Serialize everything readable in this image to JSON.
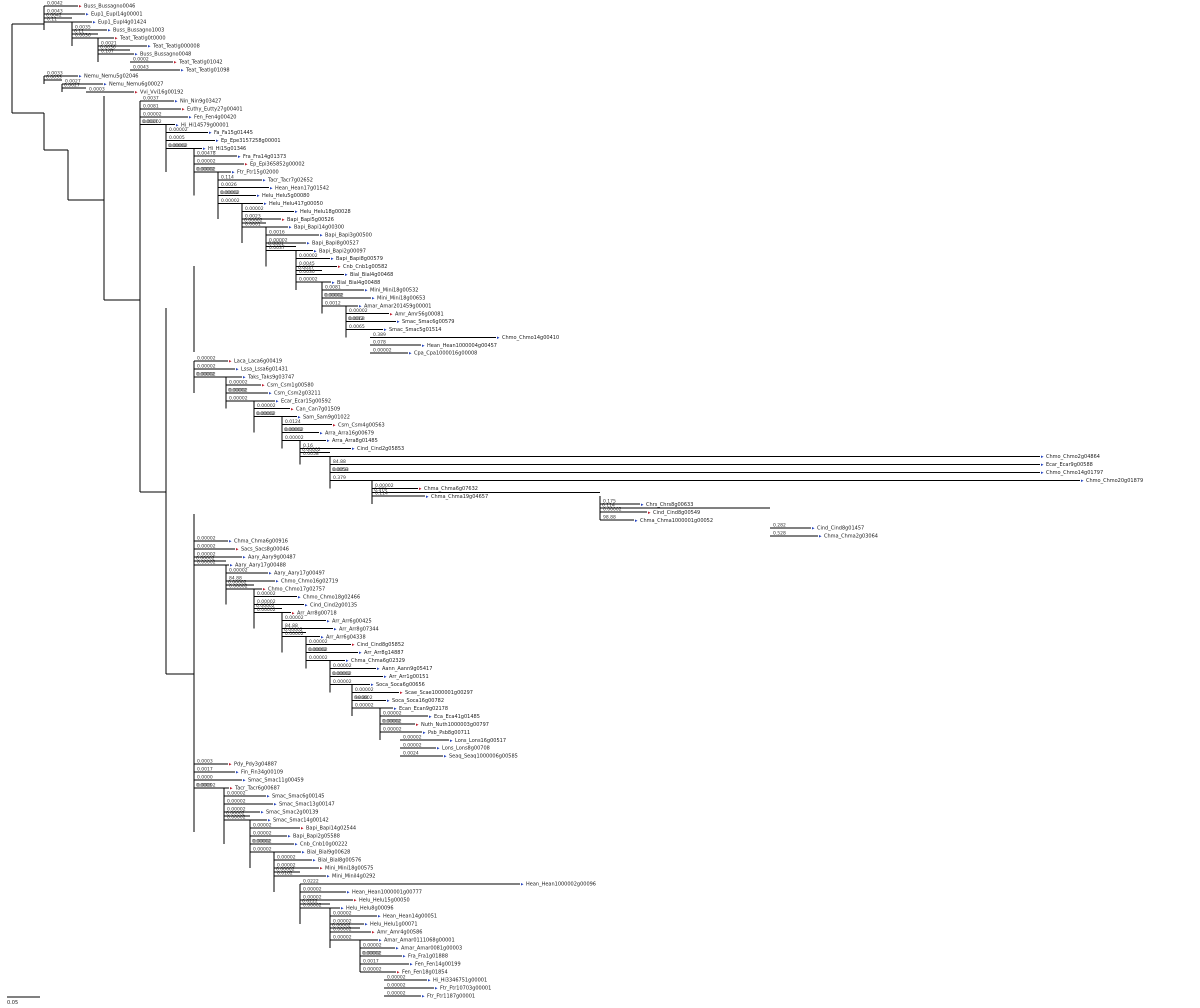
{
  "tree": {
    "name": "phylogenetic-tree",
    "colors": {
      "branch": "#000000",
      "text": "#222222",
      "marker_blue": "#1f3fbf",
      "marker_red": "#c0182a"
    },
    "scale_bar": {
      "label": "0.05"
    },
    "top_clades": [
      {
        "x": [
          12,
          46,
          75
        ],
        "tips": [
          [
            "0.0042",
            "Buss_Bussagno0046",
            "red"
          ],
          [
            "0.0043",
            "Eup1_Eupl14g00001",
            "blue"
          ],
          [
            "0.11",
            "Eup1_Eupl4g01424",
            "blue"
          ],
          [
            "0.0035",
            "Buss_Bussagno1003",
            "blue"
          ],
          [
            "0.0036",
            "Teat_Teatlg0t0000",
            "red"
          ],
          [
            "0.0021",
            "Teat_Teatlg000008",
            "blue"
          ],
          [
            "0.167",
            "Buss_Bussagno0048",
            "blue"
          ],
          [
            "0.0002",
            "Teat_Teatlg01042",
            "red"
          ],
          [
            "0.0043",
            "Teat_Teatlg01098",
            "blue"
          ]
        ]
      },
      {
        "x": [
          44,
          60,
          88
        ],
        "tips": [
          [
            "0.0033",
            "Nemu_Nemu5g02046",
            "blue"
          ],
          [
            "0.0027",
            "Nemu_Nemu6g00027",
            "blue"
          ],
          [
            "0.0003",
            "Vvi_Vvi16g00192",
            "red"
          ]
        ]
      }
    ],
    "main_clade_top": [
      [
        "0.0037",
        "Nin_Nin9g03427",
        "blue"
      ],
      [
        "0.0081",
        "Euthy_Eutty27g00401",
        "red"
      ],
      [
        "0.00002",
        "Fen_Fen4g00420",
        "blue"
      ],
      [
        "0.00002",
        "Hi_Hi14579g00001",
        "blue"
      ],
      [
        "0.00002",
        "Fa_Fa15g01445",
        "blue"
      ],
      [
        "0.0005",
        "Ep_Epe3157258g00001",
        "blue"
      ],
      [
        "0.00002",
        "Hi_Hi15g01346",
        "blue"
      ],
      [
        "0.00478",
        "Fra_Fra14g01373",
        "blue"
      ],
      [
        "0.00002",
        "Ep_Epi365852g00002",
        "red"
      ],
      [
        "0.00002",
        "Ftr_Ftr15g02000",
        "blue"
      ],
      [
        "0.114",
        "Tacr_Tacr7g02652",
        "blue"
      ],
      [
        "0.0026",
        "Hean_Hean17g01542",
        "blue"
      ],
      [
        "0.00002",
        "Helu_Helu5g00080",
        "blue"
      ],
      [
        "0.00002",
        "Helu_Helu417g00050",
        "blue"
      ],
      [
        "0.00002",
        "Helu_Helu18g00028",
        "blue"
      ],
      [
        "0.0023",
        "Bapi_Bapi5g00526",
        "red"
      ],
      [
        "0.0001",
        "Bapi_Bapi14g00300",
        "blue"
      ],
      [
        "0.0016",
        "Bapi_Bapi3g00500",
        "blue"
      ],
      [
        "0.00002",
        "Bapi_Bapi8g00527",
        "blue"
      ],
      [
        "0.0037",
        "Bapi_Bapi2g00097",
        "blue"
      ],
      [
        "0.00002",
        "Bapi_Bapi8g00579",
        "blue"
      ],
      [
        "0.0045",
        "Cnb_Cnb1g00582",
        "red"
      ],
      [
        "0.0030",
        "Bial_Bial4g00468",
        "blue"
      ],
      [
        "0.00002",
        "Bial_Bial4g00488",
        "blue"
      ],
      [
        "0.0081",
        "Mini_Mini18g00532",
        "blue"
      ],
      [
        "0.00002",
        "Mini_Mini18g00653",
        "blue"
      ],
      [
        "0.0012",
        "Amar_Amar201459g00001",
        "blue"
      ],
      [
        "0.00002",
        "Amr_Amr56g00081",
        "red"
      ],
      [
        "0.0068",
        "Smac_Smac6g00579",
        "blue"
      ],
      [
        "0.0065",
        "Smac_Smac5g01514",
        "blue"
      ],
      [
        "0.389",
        "Chmo_Chmo14g00410",
        "blue"
      ],
      [
        "0.078",
        "Hean_Hean1000004g00457",
        "blue"
      ],
      [
        "0.00002",
        "Cpa_Cpa1000016g00008",
        "blue"
      ]
    ],
    "middle_clade": [
      [
        "0.00002",
        "Laca_Laca6g00419",
        "red"
      ],
      [
        "0.00002",
        "Lssa_Lssa6g01431",
        "blue"
      ],
      [
        "0.00002",
        "Taks_Taks9g03747",
        "blue"
      ],
      [
        "0.00002",
        "Csm_Csm1g00580",
        "red"
      ],
      [
        "0.00002",
        "Csm_Csm2g03211",
        "blue"
      ],
      [
        "0.00002",
        "Ecar_Ecar15g00592",
        "blue"
      ],
      [
        "0.00002",
        "Can_Can7g01509",
        "red"
      ],
      [
        "0.00002",
        "Sam_Sam9g01022",
        "blue"
      ],
      [
        "0.0124",
        "Csm_Csm4g00563",
        "red"
      ],
      [
        "0.00002",
        "Arra_Arra16g00679",
        "blue"
      ],
      [
        "0.00002",
        "Arra_Arra8g01485",
        "blue"
      ],
      [
        "0.16",
        "Cind_Cind2g05853",
        "blue"
      ],
      [
        "0.0058",
        "Chmo_Chmo2g04864",
        "blue"
      ],
      [
        "84.88",
        "Ecar_Ecar9g00588",
        "blue"
      ],
      [
        "0.0053",
        "Chmo_Chmo14g01797",
        "blue"
      ],
      [
        "0.379",
        "Chmo_Chmo20g01879",
        "blue"
      ],
      [
        "0.00002",
        "Chma_Chma6g07632",
        "red"
      ],
      [
        "0.114",
        "Chma_Chma19g04657",
        "blue"
      ],
      [
        "0.175",
        "Chrs_Chrs8g00633",
        "blue"
      ],
      [
        "0.00002",
        "Cind_Cind8g00549",
        "red"
      ],
      [
        "98.88",
        "Chma_Chma1000001g00052",
        "blue"
      ],
      [
        "0.282",
        "Cind_Cind8g01457",
        "blue"
      ],
      [
        "0.528",
        "Chma_Chma2g03064",
        "blue"
      ]
    ],
    "lower_clade_a": [
      [
        "0.00002",
        "Chma_Chma6g00916",
        "blue"
      ],
      [
        "0.00002",
        "Sacs_Sacs8g00046",
        "red"
      ],
      [
        "0.00002",
        "Aary_Aary9g00487",
        "blue"
      ],
      [
        "0.00002",
        "Aary_Aary17g00488",
        "blue"
      ],
      [
        "0.00002",
        "Aary_Aary17g00497",
        "blue"
      ],
      [
        "84.88",
        "Chmo_Chmo16g02719",
        "blue"
      ],
      [
        "0.00002",
        "Chmo_Chmo17g02757",
        "red"
      ],
      [
        "0.00002",
        "Chmo_Chmo18g02466",
        "blue"
      ],
      [
        "0.00002",
        "Cind_Cind2g00135",
        "blue"
      ],
      [
        "0.00002",
        "Arr_Arr8g00718",
        "red"
      ],
      [
        "0.00002",
        "Arr_Arr6g00425",
        "blue"
      ],
      [
        "84.88",
        "Arr_Arr8g07344",
        "blue"
      ],
      [
        "0.00002",
        "Arr_Arr6g04338",
        "blue"
      ],
      [
        "0.00002",
        "Cind_Cind8g05852",
        "red"
      ],
      [
        "0.00002",
        "Arr_Arr8g14887",
        "blue"
      ],
      [
        "0.00002",
        "Chma_Chma6g02329",
        "blue"
      ],
      [
        "0.00002",
        "Aann_Aann9g05417",
        "blue"
      ],
      [
        "0.00002",
        "Arr_Arr1g00151",
        "blue"
      ],
      [
        "0.00002",
        "Soca_Soca6g00656",
        "blue"
      ],
      [
        "0.00002",
        "Scae_Scae1000001g00297",
        "red"
      ],
      [
        "98.88",
        "Soca_Soca16g00782",
        "blue"
      ],
      [
        "0.00002",
        "Ecan_Ecan9g02178",
        "blue"
      ],
      [
        "0.00002",
        "Eca_Eca41g01485",
        "blue"
      ],
      [
        "0.00002",
        "Nuth_Nuth1000003g00797",
        "red"
      ],
      [
        "0.00002",
        "Psb_Psb8g00711",
        "blue"
      ],
      [
        "0.00002",
        "Lons_Lons16g00517",
        "blue"
      ],
      [
        "0.00002",
        "Lons_Lons8g00708",
        "blue"
      ],
      [
        "0.0024",
        "Seaq_Seaq1000006g00585",
        "blue"
      ]
    ],
    "lower_clade_b": [
      [
        "0.0003",
        "Pdy_Pdy3g04887",
        "red"
      ],
      [
        "0.0017",
        "Fin_Fin34g00109",
        "blue"
      ],
      [
        "0.0000",
        "Smac_Smac11g00459",
        "blue"
      ],
      [
        "0.00002",
        "Tacr_Tacr6g00687",
        "red"
      ],
      [
        "0.00002",
        "Smac_Smac6g00145",
        "blue"
      ],
      [
        "0.00002",
        "Smac_Smac13g00147",
        "blue"
      ],
      [
        "0.00002",
        "Smac_Smac2g00139",
        "blue"
      ],
      [
        "0.00002",
        "Smac_Smac14g00142",
        "blue"
      ],
      [
        "0.00002",
        "Bapi_Bapi14g02544",
        "red"
      ],
      [
        "0.00002",
        "Bapi_Bapi2g05588",
        "blue"
      ],
      [
        "0.00002",
        "Cnb_Cnb10g00222",
        "blue"
      ],
      [
        "0.00002",
        "Bial_Bial9g00628",
        "blue"
      ],
      [
        "0.00002",
        "Bial_Bial8g00576",
        "blue"
      ],
      [
        "0.00002",
        "Mini_Mini18g00575",
        "red"
      ],
      [
        "0.0162",
        "Mini_Minil4g0292",
        "blue"
      ],
      [
        "0.0222",
        "Hean_Hean1000002g00096",
        "blue"
      ],
      [
        "0.00002",
        "Hean_Hean1000001g00777",
        "blue"
      ],
      [
        "0.00002",
        "Helu_Helu15g00050",
        "red"
      ],
      [
        "0.00002",
        "Helu_Helu8g00096",
        "blue"
      ],
      [
        "0.00002",
        "Hean_Hean14g00051",
        "blue"
      ],
      [
        "0.00002",
        "Helu_Helu1g00071",
        "blue"
      ],
      [
        "0.00002",
        "Amr_Amr4g00586",
        "red"
      ],
      [
        "0.00002",
        "Amar_Amar0111068g00001",
        "blue"
      ],
      [
        "0.00002",
        "Amar_Amar0081g00003",
        "blue"
      ],
      [
        "0.00002",
        "Fra_Fra1g01888",
        "blue"
      ],
      [
        "0.0017",
        "Fen_Fen14g00199",
        "blue"
      ],
      [
        "0.00002",
        "Fen_Fen18g01854",
        "red"
      ],
      [
        "0.00002",
        "Hi_Hi3346751g00001",
        "blue"
      ],
      [
        "0.00002",
        "Ftr_Ftr10703g00001",
        "blue"
      ],
      [
        "0.00002",
        "Ftr_Ftr1187g00001",
        "blue"
      ]
    ]
  }
}
